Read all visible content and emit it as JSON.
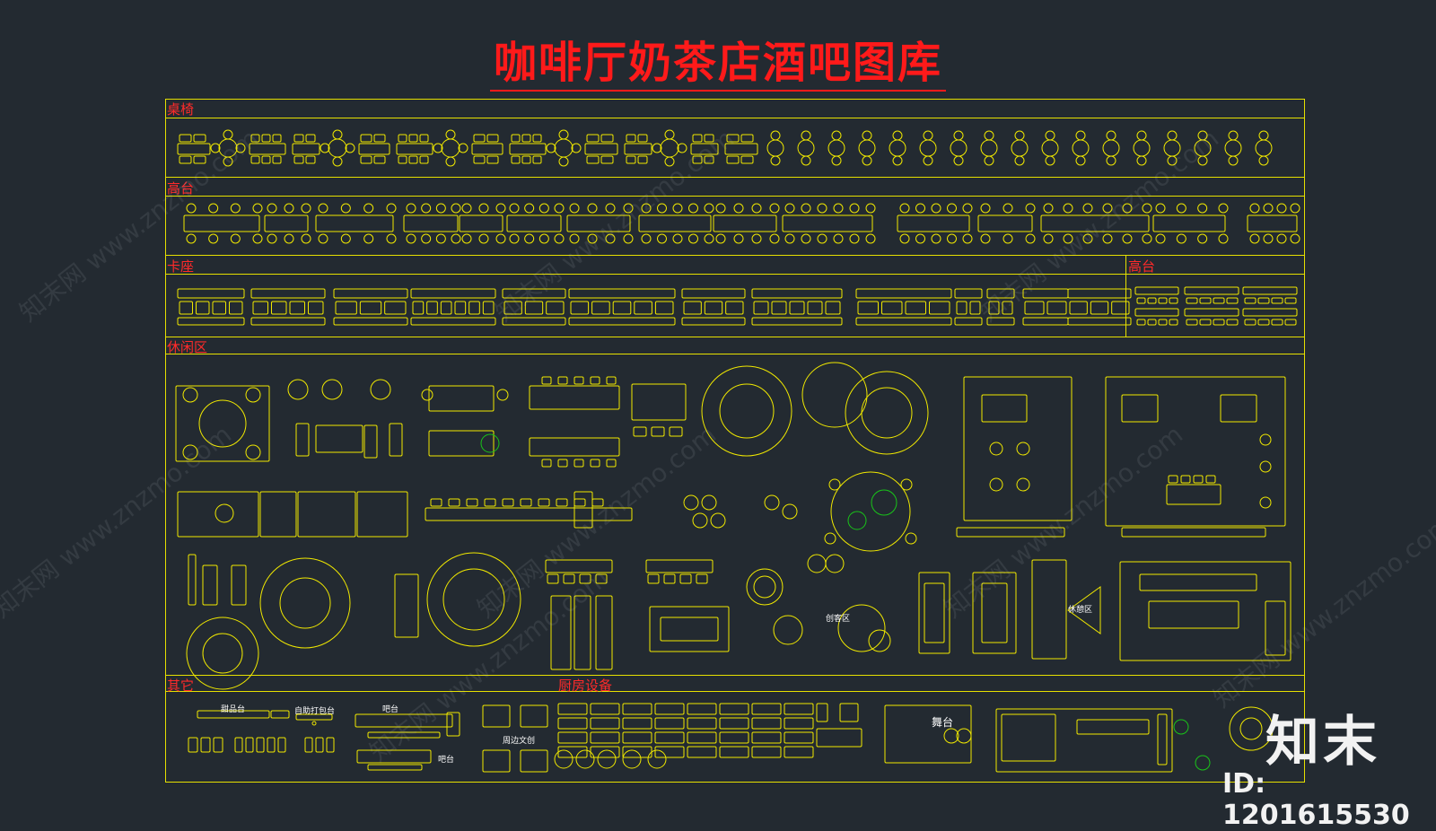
{
  "title": "咖啡厅奶茶店酒吧图库",
  "sections": {
    "tables_chairs": "桌椅",
    "high_table_1": "高台",
    "booth": "卡座",
    "high_table_2": "高台",
    "leisure": "休闲区",
    "other": "其它",
    "kitchen": "厨房设备"
  },
  "labels": {
    "dessert_counter": "甜品台",
    "self_pack_counter": "自助打包台",
    "bar1": "吧台",
    "bar2": "吧台",
    "peripheral": "周边文创",
    "stage": "舞台",
    "maker_zone": "创客区",
    "rest_zone": "休憩区"
  },
  "watermark": "知末网 www.znzmo.com",
  "logo": "知末",
  "id_text": "ID: 1201615530",
  "colors": {
    "background": "#232a31",
    "frame": "#e6e000",
    "symbol": "#f0e800",
    "title": "#ff1a1a",
    "green": "#19c419"
  }
}
